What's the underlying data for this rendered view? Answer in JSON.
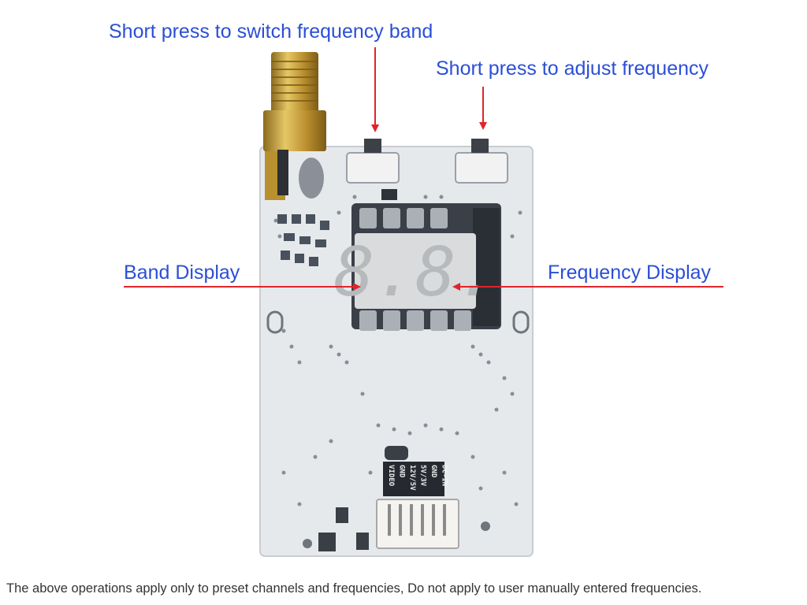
{
  "annotations": {
    "band_switch": "Short press to switch frequency band",
    "frequency_adjust": "Short press to adjust frequency",
    "band_display": "Band Display",
    "frequency_display": "Frequency Display"
  },
  "display": {
    "digits": "8.8."
  },
  "connector_pins": [
    "VIDEO",
    "GND",
    "12V/5V",
    "5V/3V",
    "GND",
    "DC-IN"
  ],
  "footer_note": "The above operations apply only to preset channels and frequencies, Do not apply to user manually entered frequencies.",
  "colors": {
    "annotation_text": "#2b4fd6",
    "arrow": "#e0242a",
    "board": "#e9ecef",
    "antenna_gold": "#c9a23e",
    "display_body": "#d8dadc",
    "segment": "#b9bcbf"
  },
  "icons": [
    "sma-antenna-connector",
    "tactile-button",
    "seven-segment-display",
    "pin-header-connector"
  ]
}
